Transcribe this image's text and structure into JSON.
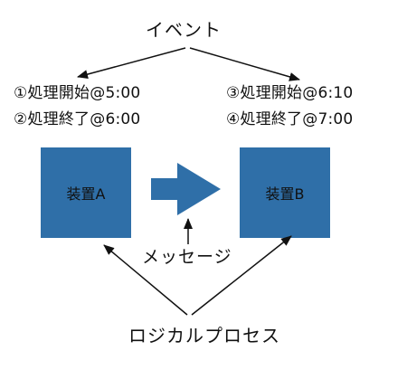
{
  "diagram": {
    "event_title": "イベント",
    "device_a": {
      "label": "装置A",
      "event_1": "①処理開始@5:00",
      "event_2": "②処理終了@6:00"
    },
    "device_b": {
      "label": "装置B",
      "event_1": "③処理開始@6:10",
      "event_2": "④処理終了@7:00"
    },
    "message_label": "メッセージ",
    "process_label": "ロジカルプロセス"
  },
  "colors": {
    "box_fill": "#2f6fa8",
    "arrow_fill": "#2f6fa8",
    "line_color": "#111111",
    "text_color": "#111111"
  }
}
